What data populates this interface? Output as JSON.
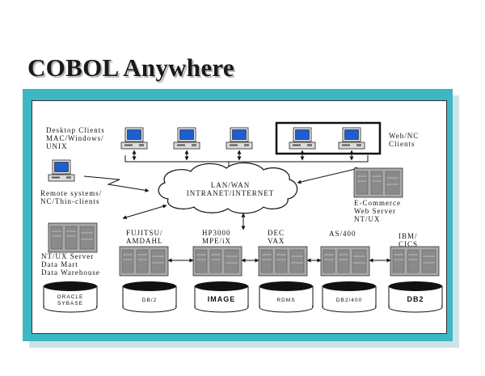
{
  "title": "COBOL Anywhere",
  "network": "LAN/WAN\nINTRANET/INTERNET",
  "labels": {
    "desktop": "Desktop Clients\nMAC/Windows/\nUNIX",
    "webnc": "Web/NC\nClients",
    "remote": "Remote systems/\nNC/Thin-clients",
    "ecommerce": "E-Commerce\nWeb Server\nNT/UX",
    "ntux": "NT/UX Server\nData Mart\nData Warehouse",
    "fujitsu": "FUJITSU/\nAMDAHL",
    "hp": "HP3000\nMPE/iX",
    "dec": "DEC\nVAX",
    "as400": "AS/400",
    "ibm": "IBM/\nCICS"
  },
  "databases": {
    "oracle": "ORACLE\nSYBASE",
    "db2a": "DB/2",
    "image": "IMAGE",
    "rdms": "RDMS",
    "db2400": "DB2/400",
    "db2": "DB2"
  },
  "colors": {
    "frame": "#3fb6c4",
    "frame_shadow": "#cde3ea",
    "screen": "#1e5fd0",
    "server": "#9a9a9a"
  }
}
